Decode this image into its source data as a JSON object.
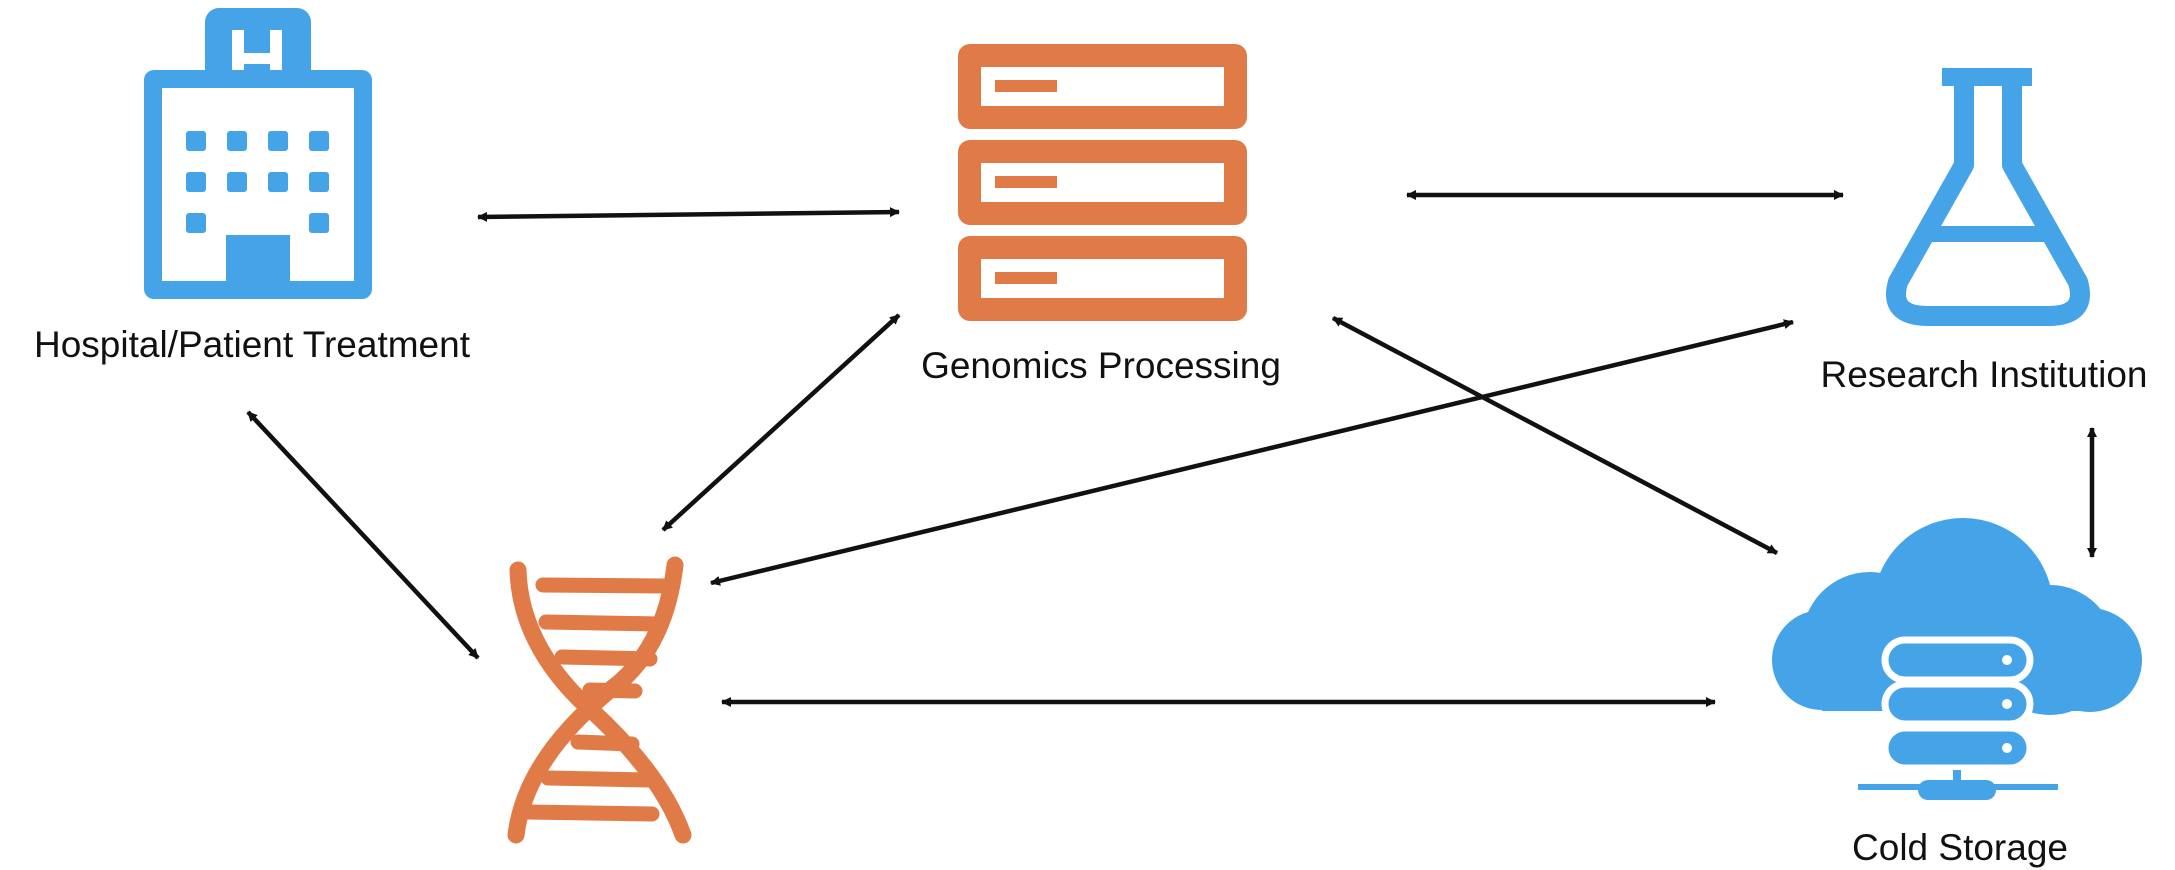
{
  "colors": {
    "blue": "#45a3e8",
    "orange": "#e07b47",
    "arrow": "#111111",
    "background": "#ffffff"
  },
  "nodes": {
    "hospital": {
      "label": "Hospital/Patient Treatment",
      "icon": "hospital-building-icon"
    },
    "genomics": {
      "label": "Genomics Processing",
      "icon": "server-stack-icon"
    },
    "research": {
      "label": "Research Institution",
      "icon": "flask-icon"
    },
    "dna": {
      "icon": "dna-helix-icon"
    },
    "cold_storage": {
      "label": "Cold Storage",
      "icon": "cloud-server-icon"
    }
  },
  "connections": [
    {
      "from": "hospital",
      "to": "genomics",
      "bidirectional": true
    },
    {
      "from": "genomics",
      "to": "research",
      "bidirectional": true
    },
    {
      "from": "hospital",
      "to": "dna",
      "bidirectional": true
    },
    {
      "from": "genomics",
      "to": "dna",
      "bidirectional": true
    },
    {
      "from": "research",
      "to": "dna",
      "bidirectional": true
    },
    {
      "from": "genomics",
      "to": "cold_storage",
      "bidirectional": true
    },
    {
      "from": "research",
      "to": "cold_storage",
      "bidirectional": true
    },
    {
      "from": "dna",
      "to": "cold_storage",
      "bidirectional": true
    }
  ]
}
